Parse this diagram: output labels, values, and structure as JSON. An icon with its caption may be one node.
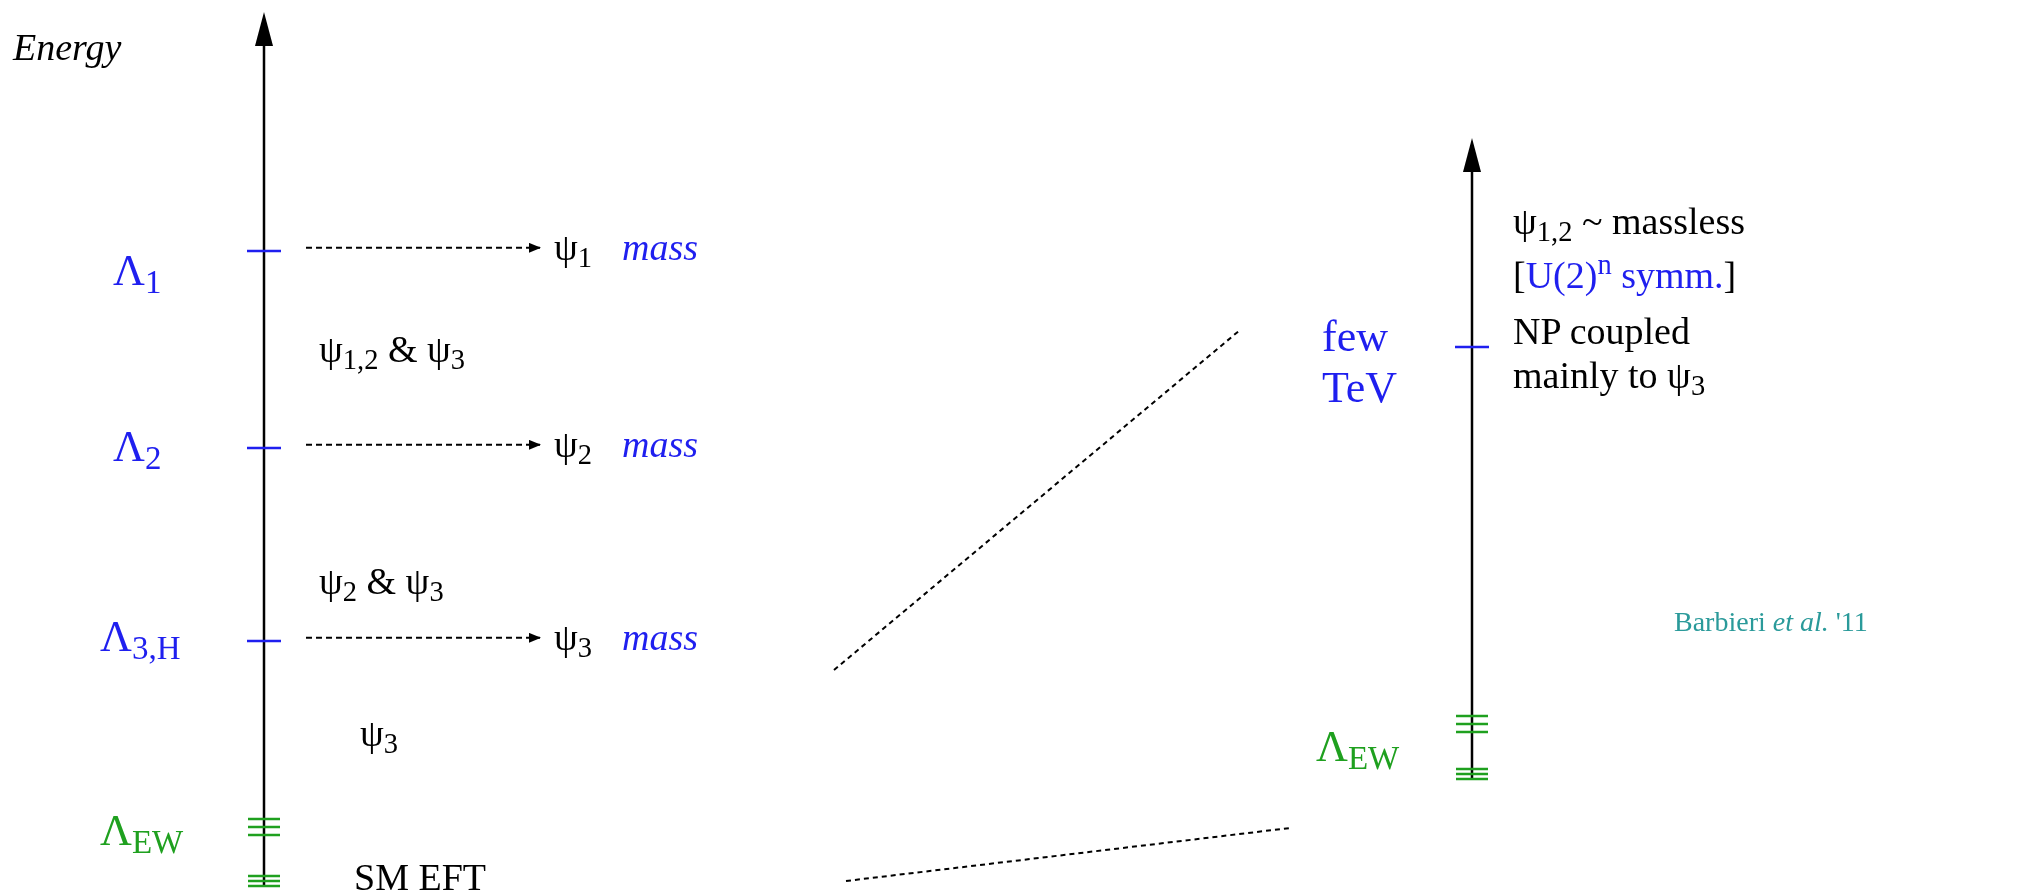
{
  "diagram": {
    "nodes": [
      {
        "text": [
          "ψ$_{1}$",
          "mass"
        ]
      },
      {
        "text": [
          "ψ$_{2}$",
          "mass"
        ]
      },
      {
        "text": [
          "ψ$_{3}$",
          "mass"
        ]
      }
    ],
    "edges": [
      {
        "from": null,
        "to": 0,
        "arrow": "to",
        "style": "dashed"
      },
      {
        "from": null,
        "to": 1,
        "arrow": "to",
        "style": "dashed"
      },
      {
        "from": null,
        "to": 2,
        "arrow": "to",
        "style": "dashed"
      }
    ],
    "labels": [
      "Energy",
      "Λ$_{1}$",
      "Λ$_{2}$",
      "Λ$_{3,H}$",
      "Λ$_{EW}$",
      "ψ$_{1,2}$ & ψ$_{3}$",
      "ψ$_{2}$ & ψ$_{3}$",
      "ψ$_{3}$",
      "SM EFT",
      "few TeV",
      "Λ$_{EW}$",
      "ψ$_{1,2}$ ~ massless",
      "[",
      "U(2)$^{n}$ symm.",
      "]",
      "NP coupled mainly to ψ$_{3}$",
      "Barbieri *et al.* '11"
    ]
  }
}
